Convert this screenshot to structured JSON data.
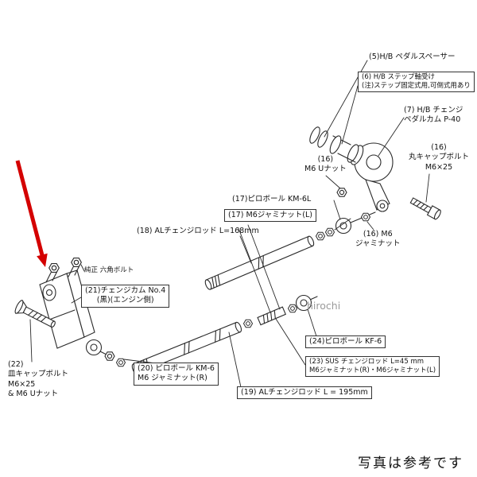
{
  "page": {
    "caption": "写真は参考です",
    "watermark": "hirochi"
  },
  "labels": {
    "l5": "(5)H/B ペダルスペーサー",
    "l6": "(6) H/B ステップ軸受け\n(注)ステップ固定式用,可倒式用あり",
    "l7": "(7) H/B チェンジ\nペダルカム P-40",
    "l16a": "(16)\n丸キャップボルト\nM6×25",
    "l16b": "(16)\nM6 Uナット",
    "l17a": "(17)ピロボール KM-6L",
    "l17b": "(17) M6ジャミナット(L)",
    "l18": "(18) ALチェンジロッド L=168mm",
    "l16c": "(16) M6\nジャミナット",
    "l_hex": "純正 六角ボルト",
    "l21": "(21)チェンジカム No.4\n(黒)(エンジン側)",
    "l24": "(24)ピロボール KF-6",
    "l23": "(23) SUS チェンジロッド L=45 mm\nM6ジャミナット(R)・M6ジャミナット(L)",
    "l20": "(20) ピロボール KM-6\nM6 ジャミナット(R)",
    "l19": "(19) ALチェンジロッド L = 195mm",
    "l22": "(22)\n皿キャップボルト\nM6×25\n& M6 Uナット"
  },
  "colors": {
    "arrow": "#d40000",
    "line": "#2a2a2a",
    "watermark": "#9a9a9a",
    "background": "#ffffff"
  }
}
